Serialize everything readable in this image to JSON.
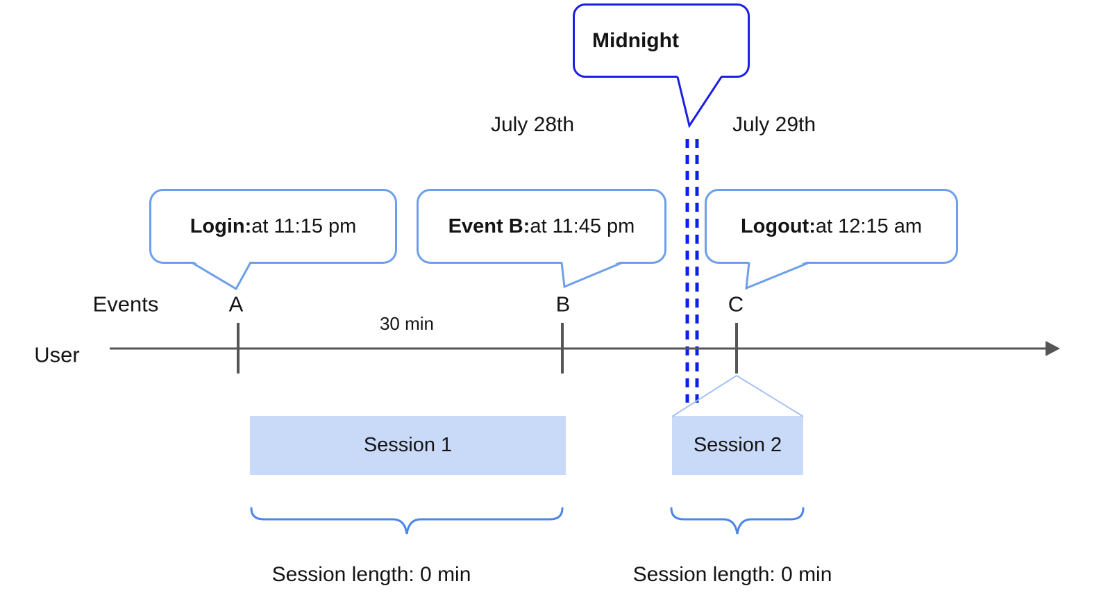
{
  "diagram": {
    "type": "user-session-timeline"
  },
  "colors": {
    "callout_border_blue": "#6d9eeb",
    "midnight_border_blue": "#1a1fe3",
    "midnight_dash_blue": "#0d1ff2",
    "brace_blue": "#4a86e8",
    "session_connector_blue": "#a4c2f4",
    "session_fill_blue": "#c9daf8",
    "axis_gray": "#555555",
    "text_black": "#141414"
  },
  "callouts": {
    "midnight": {
      "title": "Midnight"
    },
    "login": {
      "label": "Login:",
      "time": " at 11:15 pm"
    },
    "event_b": {
      "label": "Event B:",
      "time": " at 11:45 pm"
    },
    "logout": {
      "label": "Logout:",
      "time": " at 12:15 am"
    }
  },
  "dates": {
    "before_midnight": "July 28th",
    "after_midnight": "July 29th"
  },
  "timeline": {
    "events_label": "Events",
    "user_label": "User",
    "interval_label": "30 min",
    "event_markers": [
      "A",
      "B",
      "C"
    ]
  },
  "sessions": [
    {
      "name": "Session 1",
      "length": "Session length: 0 min"
    },
    {
      "name": "Session 2",
      "length": "Session length: 0 min"
    }
  ]
}
